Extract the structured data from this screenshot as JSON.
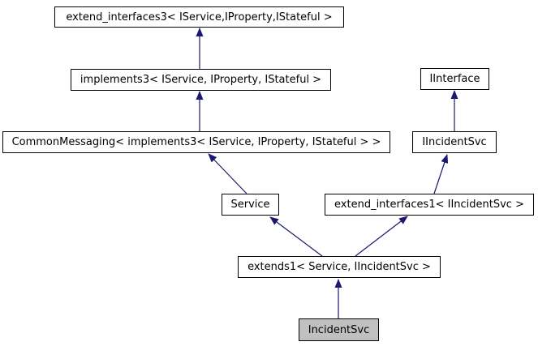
{
  "diagram": {
    "type": "class-inheritance-graph",
    "nodes": [
      {
        "id": "extend_interfaces3",
        "label": "extend_interfaces3< IService,IProperty,IStateful >",
        "highlighted": false
      },
      {
        "id": "implements3",
        "label": "implements3< IService, IProperty, IStateful >",
        "highlighted": false
      },
      {
        "id": "CommonMessaging",
        "label": "CommonMessaging< implements3< IService, IProperty, IStateful > >",
        "highlighted": false
      },
      {
        "id": "IInterface",
        "label": "IInterface",
        "highlighted": false
      },
      {
        "id": "Service",
        "label": "Service",
        "highlighted": false
      },
      {
        "id": "IIncidentSvc",
        "label": "IIncidentSvc",
        "highlighted": false
      },
      {
        "id": "extend_interfaces1",
        "label": "extend_interfaces1< IIncidentSvc >",
        "highlighted": false
      },
      {
        "id": "extends1",
        "label": "extends1< Service, IIncidentSvc >",
        "highlighted": false
      },
      {
        "id": "IncidentSvc",
        "label": "IncidentSvc",
        "highlighted": true
      }
    ],
    "edges": [
      {
        "from": "implements3",
        "to": "extend_interfaces3"
      },
      {
        "from": "CommonMessaging",
        "to": "implements3"
      },
      {
        "from": "Service",
        "to": "CommonMessaging"
      },
      {
        "from": "IIncidentSvc",
        "to": "IInterface"
      },
      {
        "from": "extend_interfaces1",
        "to": "IIncidentSvc"
      },
      {
        "from": "extends1",
        "to": "Service"
      },
      {
        "from": "extends1",
        "to": "extend_interfaces1"
      },
      {
        "from": "IncidentSvc",
        "to": "extends1"
      }
    ],
    "colors": {
      "arrow": "#191970",
      "node_border": "#000000",
      "node_fill": "#ffffff",
      "highlighted_fill": "#c0c0c0",
      "text": "#000000",
      "background": "#ffffff"
    }
  }
}
